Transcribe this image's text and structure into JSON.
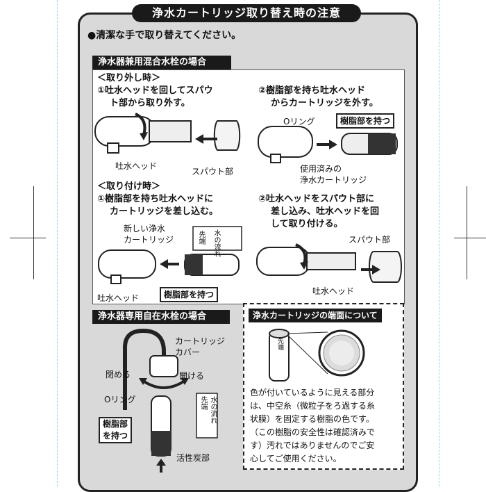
{
  "title": "浄水カートリッジ取り替え時の注意",
  "intro": "●清潔な手で取り替えてください。",
  "section1": {
    "heading": "浄水器兼用混合水栓の場合",
    "remove": {
      "heading": "＜取り外し時＞",
      "step1": [
        "①吐水ヘッドを回してスパウ",
        "ト部から取り外す。"
      ],
      "step2": [
        "②樹脂部を持ち吐水ヘッド",
        "からカートリッジを外す。"
      ],
      "label_head": "吐水ヘッド",
      "label_spout": "スパウト部",
      "label_oring": "Oリング",
      "label_grip": "樹脂部を持つ",
      "label_used": [
        "使用済みの",
        "浄水カートリッジ"
      ]
    },
    "attach": {
      "heading": "＜取り付け時＞",
      "step1": [
        "①樹脂部を持ち吐水ヘッドに",
        "カートリッジを差し込む。"
      ],
      "step2": [
        "②吐水ヘッドをスパウト部に",
        "差し込み、吐水ヘッドを回",
        "して取り付ける。"
      ],
      "label_new": [
        "新しい浄水",
        "カートリッジ"
      ],
      "label_tip": "先端",
      "label_flow": "水の流れ",
      "label_head": "吐水ヘッド",
      "label_grip": "樹脂部を持つ",
      "label_spout": "スパウト部",
      "label_head2": "吐水ヘッド"
    }
  },
  "section2": {
    "heading": "浄水器専用自在水栓の場合",
    "label_cover": [
      "カートリッジ",
      "カバー"
    ],
    "label_close": "閉める",
    "label_open": "開ける",
    "label_oring": "Oリング",
    "label_tip": "先端",
    "label_flow": "水の流れ",
    "label_grip": [
      "樹脂部",
      "を持つ"
    ],
    "label_carbon": "活性炭部"
  },
  "section3": {
    "heading": "浄水カートリッジの端面について",
    "label_tip": "先端",
    "body": [
      "色が付いているように見える部分",
      "は、中空糸（微粒子をろ過する糸",
      "状膜）を固定する樹脂の色です。",
      "（この樹脂の安全性は確認済みで",
      "す）汚れではありませんのでご安",
      "心してご使用ください。"
    ]
  }
}
